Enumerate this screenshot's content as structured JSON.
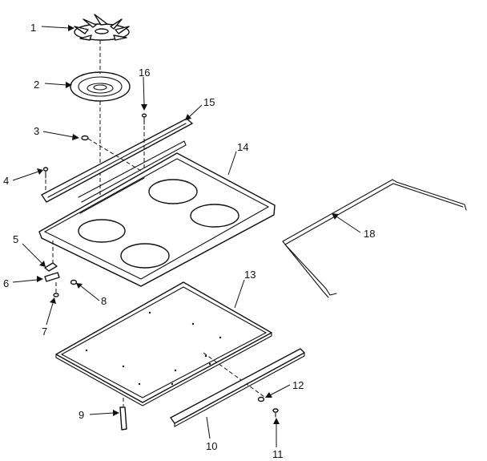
{
  "callouts": {
    "c1": "1",
    "c2": "2",
    "c3": "3",
    "c4": "4",
    "c5": "5",
    "c6": "6",
    "c7": "7",
    "c8": "8",
    "c9": "9",
    "c10": "10",
    "c11": "11",
    "c12": "12",
    "c13": "13",
    "c14": "14",
    "c15": "15",
    "c16": "16",
    "c17": "18"
  }
}
